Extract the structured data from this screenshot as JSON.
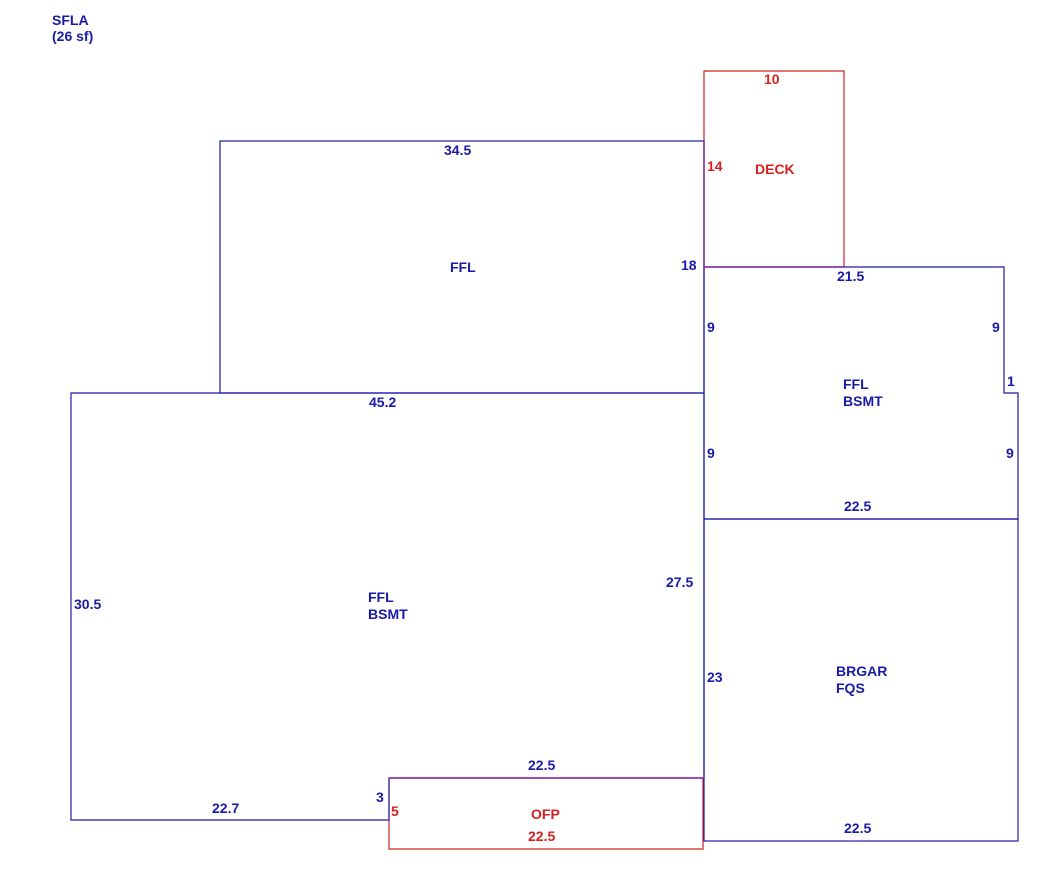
{
  "header": {
    "title": "SFLA",
    "area": "(26 sf)"
  },
  "colors": {
    "living": "#1a1aa8",
    "exterior": "#d42020"
  },
  "areas": {
    "ffl_upper": {
      "line1": "FFL"
    },
    "deck": {
      "line1": "DECK"
    },
    "ffl_bsmt_right": {
      "line1": "FFL",
      "line2": "BSMT"
    },
    "ffl_bsmt_main": {
      "line1": "FFL",
      "line2": "BSMT"
    },
    "brgar": {
      "line1": "BRGAR",
      "line2": "FQS"
    },
    "ofp": {
      "line1": "OFP"
    }
  },
  "dimensions": {
    "upper_top": "34.5",
    "upper_right": "18",
    "deck_top": "10",
    "deck_left": "14",
    "right_top": "21.5",
    "right_left_upper": "9",
    "right_right_upper": "9",
    "right_notch": "1",
    "main_top": "45.2",
    "right_left_lower": "9",
    "right_right_lower": "9",
    "right_bottom": "22.5",
    "main_left": "30.5",
    "main_right": "27.5",
    "garage_left": "23",
    "main_bottom_inner": "22.5",
    "main_bottom_left": "22.7",
    "main_step": "3",
    "ofp_left": "5",
    "ofp_bottom": "22.5",
    "garage_bottom": "22.5"
  }
}
